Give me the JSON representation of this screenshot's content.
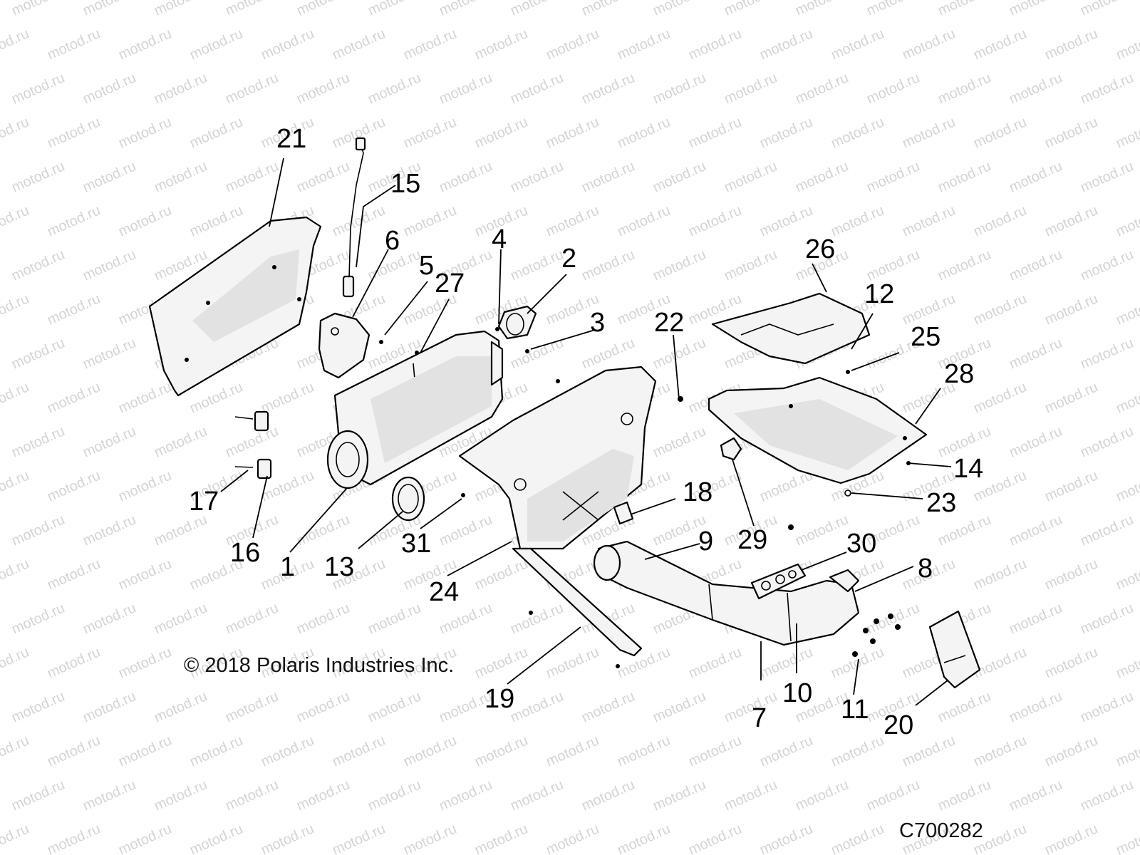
{
  "watermark": "motod.ru",
  "copyright": "© 2018 Polaris Industries Inc.",
  "figure_code": "C700282",
  "labels": {
    "l1": "1",
    "l2": "2",
    "l3": "3",
    "l4": "4",
    "l5": "5",
    "l6": "6",
    "l7": "7",
    "l8": "8",
    "l9": "9",
    "l10": "10",
    "l11": "11",
    "l12": "12",
    "l13": "13",
    "l14": "14",
    "l15": "15",
    "l16": "16",
    "l17": "17",
    "l18": "18",
    "l19": "19",
    "l20": "20",
    "l21": "21",
    "l22": "22",
    "l23": "23",
    "l24": "24",
    "l25": "25",
    "l26": "26",
    "l27": "27",
    "l28": "28",
    "l29": "29",
    "l30": "30",
    "l31": "31"
  }
}
